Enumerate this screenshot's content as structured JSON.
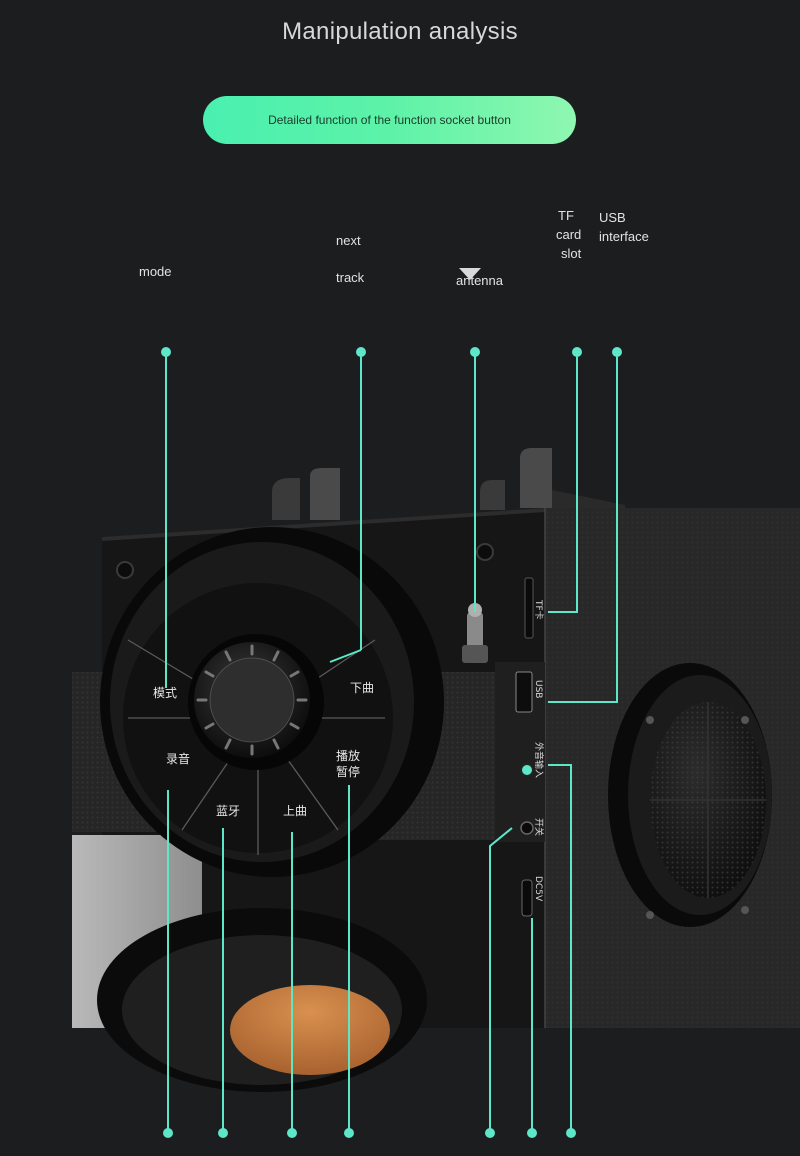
{
  "header": {
    "title": "Manipulation analysis",
    "banner": "Detailed function of the function socket button"
  },
  "top_labels": {
    "mode": "mode",
    "next": "next",
    "track": "track",
    "antenna": "antenna",
    "tf_line1": "TF",
    "tf_line2": "card",
    "tf_line3": "slot",
    "usb_line1": "USB",
    "usb_line2": "interface"
  },
  "device_labels": {
    "mode_zh": "模式",
    "next_zh": "下曲",
    "record_zh": "录音",
    "play_pause_zh_1": "播放",
    "play_pause_zh_2": "暂停",
    "bluetooth_zh": "蓝牙",
    "prev_zh": "上曲",
    "tf_zh": "TF卡",
    "usb_port": "USB",
    "aux_zh": "外音输入",
    "power_zh": "开关",
    "dc_port": "DC5V"
  },
  "colors": {
    "accent": "#5ee6c8",
    "background": "#1c1d1f"
  }
}
